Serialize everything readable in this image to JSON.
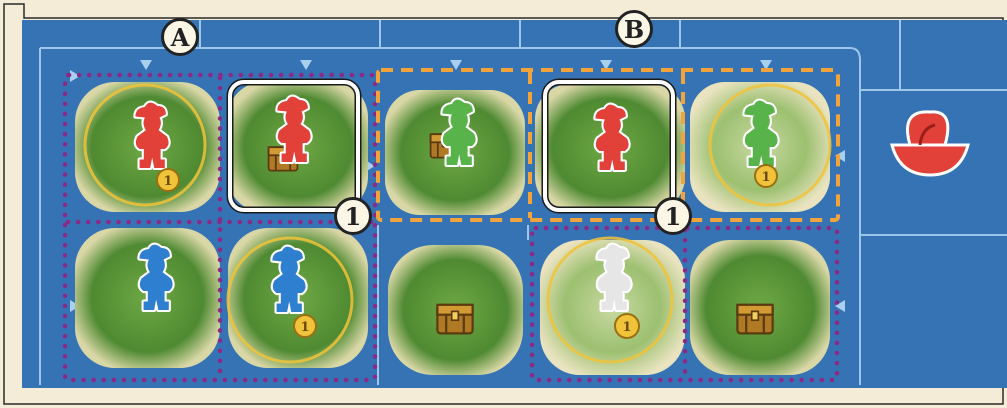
{
  "board": {
    "labels": {
      "a": "A",
      "b": "B"
    },
    "badges": {
      "left": "1",
      "right": "1"
    },
    "coin_value": "1",
    "colors": {
      "ocean": "#2f6db0",
      "island_green": "#5f9a3a",
      "sand": "#efe6c0",
      "red_pirate": "#e2413a",
      "green_pirate": "#58b44a",
      "blue_pirate": "#2f7fd0",
      "white_pirate": "#e6e6e6",
      "purple_dots": "#8a2a86",
      "orange_dashes": "#f2a33a",
      "gold": "#f0c33a"
    },
    "islands_top": [
      {
        "pirate": "red",
        "coin_circle": true,
        "chest": false,
        "highlighted": false
      },
      {
        "pirate": "red",
        "coin_circle": false,
        "chest": true,
        "highlighted": true
      },
      {
        "pirate": "green",
        "coin_circle": false,
        "chest": true,
        "highlighted": false
      },
      {
        "pirate": "red",
        "coin_circle": false,
        "chest": false,
        "highlighted": true
      },
      {
        "pirate": "green",
        "coin_circle": true,
        "chest": false,
        "highlighted": false
      }
    ],
    "islands_bottom": [
      {
        "pirate": "blue",
        "coin_circle": false,
        "chest": false
      },
      {
        "pirate": "blue",
        "coin_circle": true,
        "chest": false
      },
      {
        "pirate": null,
        "coin_circle": false,
        "chest": true
      },
      {
        "pirate": "white",
        "coin_circle": true,
        "chest": false
      },
      {
        "pirate": null,
        "coin_circle": false,
        "chest": true
      }
    ],
    "ship": "red-ship-icon"
  }
}
